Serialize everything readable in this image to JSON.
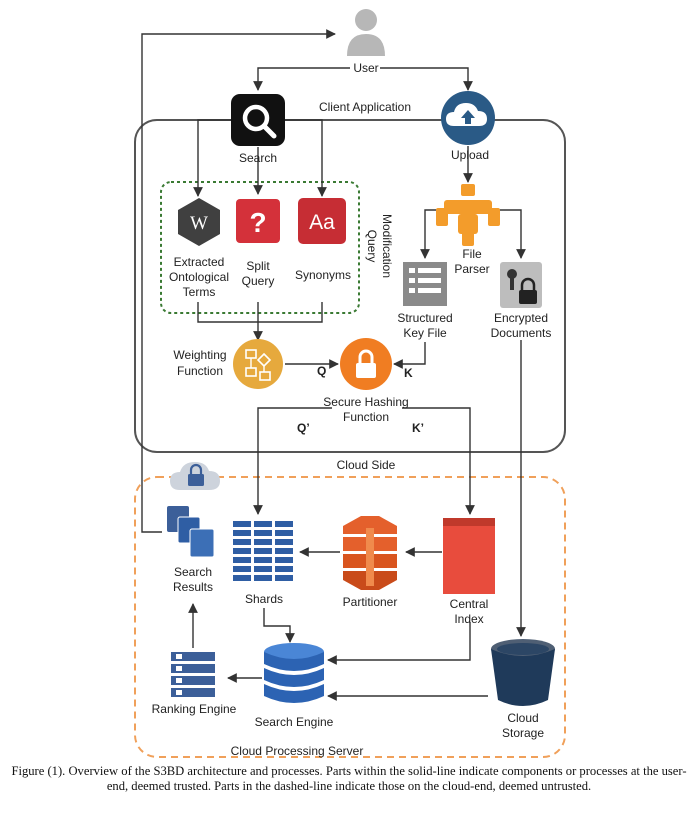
{
  "labels": {
    "user": "User",
    "client_application": "Client Application",
    "search": "Search",
    "upload": "Upload",
    "query_modification": [
      "Query",
      "Modification"
    ],
    "extracted_terms": [
      "Extracted",
      "Ontological",
      "Terms"
    ],
    "split_query": [
      "Split",
      "Query"
    ],
    "synonyms": "Synonyms",
    "file_parser": [
      "File",
      "Parser"
    ],
    "structured_key_file": [
      "Structured",
      "Key File"
    ],
    "encrypted_documents": [
      "Encrypted",
      "Documents"
    ],
    "weighting_function": [
      "Weighting",
      "Function"
    ],
    "secure_hashing_function": [
      "Secure Hashing",
      "Function"
    ],
    "q": "Q",
    "k": "K",
    "q_prime": "Q’",
    "k_prime": "K’",
    "cloud_side": "Cloud Side",
    "search_results": [
      "Search",
      "Results"
    ],
    "shards": "Shards",
    "partitioner": "Partitioner",
    "central_index": [
      "Central",
      "Index"
    ],
    "ranking_engine": "Ranking Engine",
    "search_engine": "Search Engine",
    "cloud_storage": [
      "Cloud",
      "Storage"
    ],
    "cloud_processing_server": "Cloud Processing Server",
    "wiki_glyph": "W",
    "question_glyph": "?",
    "synonym_glyph": "Aa"
  },
  "caption": "Figure (1). Overview of the S3BD architecture and processes. Parts within the solid-line indicate components or processes at the user-end, deemed trusted. Parts in the dashed-line indicate those on the cloud-end, deemed untrusted.",
  "colors": {
    "client_box": "#555555",
    "cloud_box": "#f0a05a",
    "query_box": "#3a7a33",
    "search_icon": "#111111",
    "upload_icon": "#2a5a86",
    "file_parser": "#f39c2b",
    "hashing": "#f07d22",
    "weighting": "#e6a93d",
    "wiki": "#404040",
    "split_query": "#d4313a",
    "synonyms": "#c62d34",
    "blue_aws": "#2f5ea4",
    "central_index": "#e84c3d",
    "partitioner": "#e4602c",
    "storage": "#1f3a5a",
    "ranking": "#3c5f99",
    "search_engine": "#2c63b3"
  }
}
